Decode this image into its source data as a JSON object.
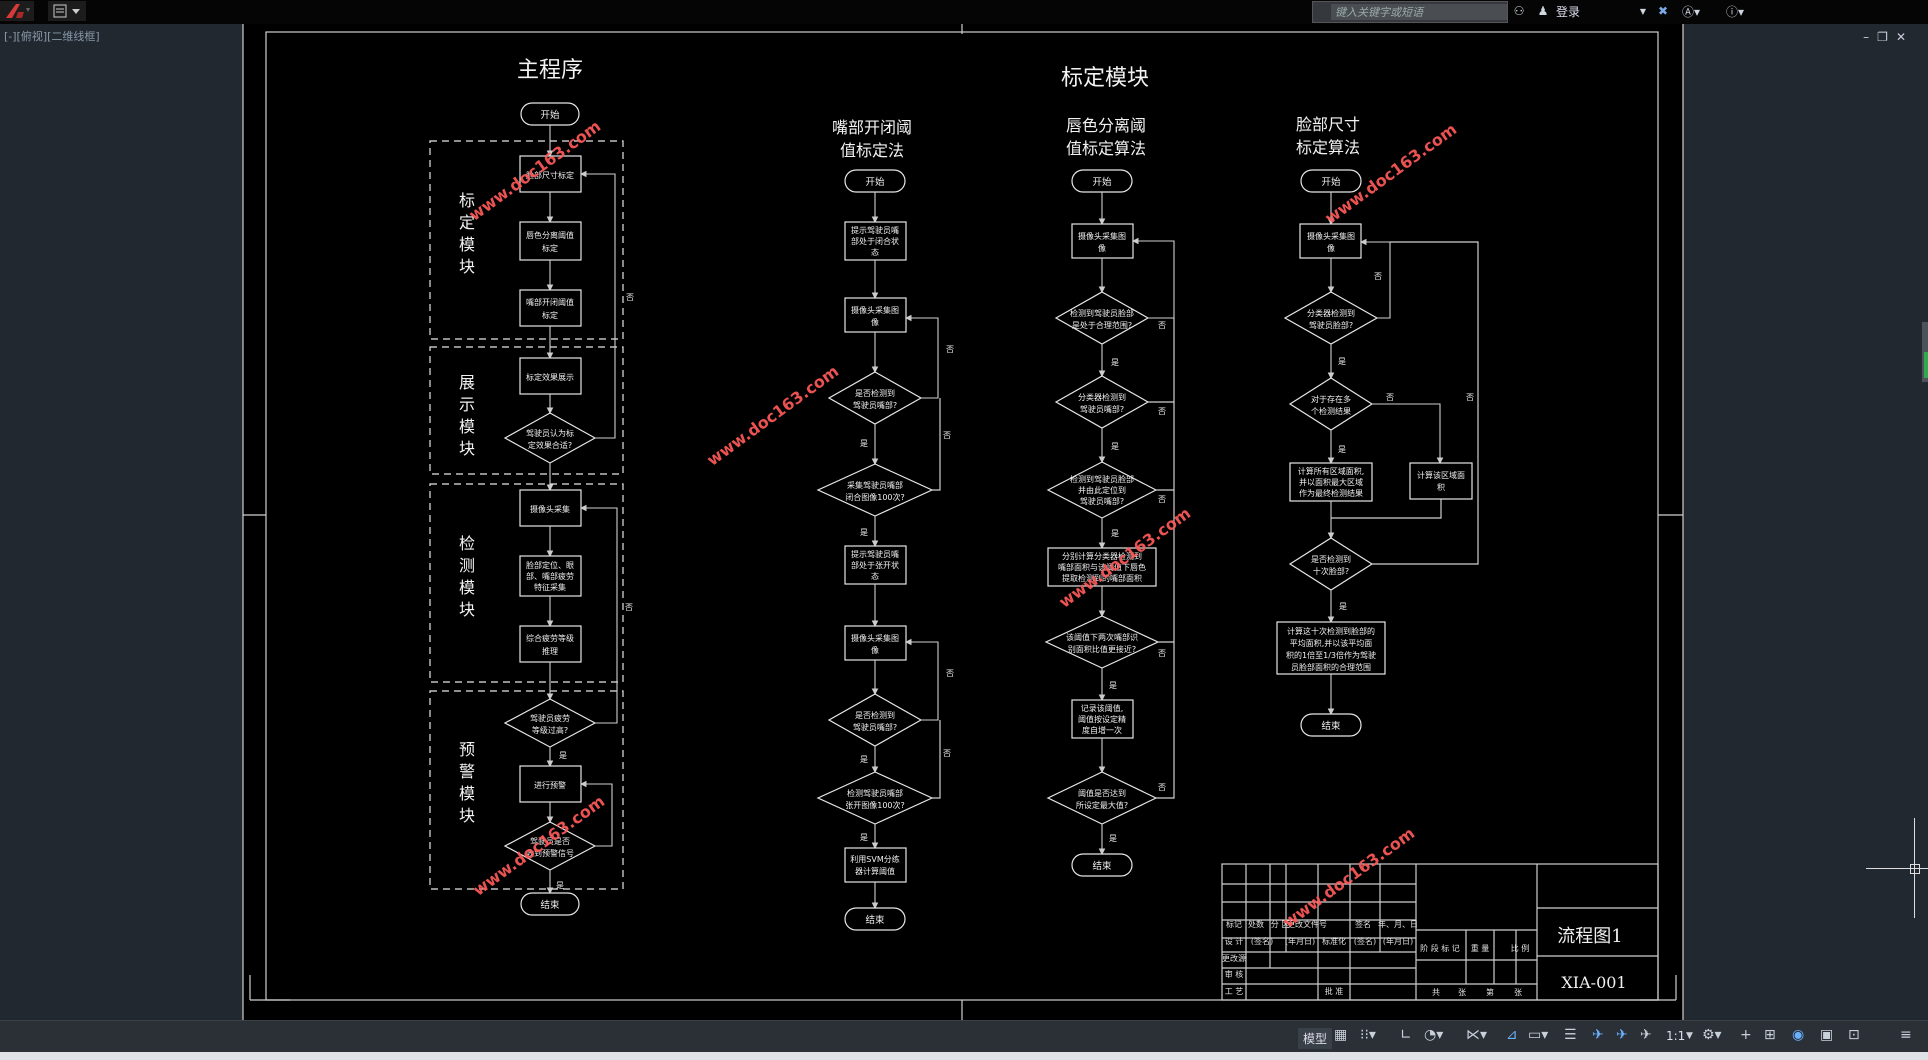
{
  "topbar": {
    "search_placeholder": "键入关键字或短语",
    "login": "登录"
  },
  "viewport_label": "[-][俯视][二维线框]",
  "statusbar": {
    "model": "模型",
    "scale": "1:1"
  },
  "drawing": {
    "main_title": "主程序",
    "calib_title": "标定模块",
    "mouth_title": [
      "嘴部开闭阈",
      "值标定法"
    ],
    "lip_title": [
      "唇色分离阈",
      "值标定算法"
    ],
    "face_title": [
      "脸部尺寸",
      "标定算法"
    ],
    "watermark": "www.doc163.com",
    "labels": {
      "start": "开始",
      "end": "结束",
      "yes": "是",
      "no": "否"
    },
    "modules": [
      "标定模块",
      "展示模块",
      "检测模块",
      "预警模块"
    ],
    "main_nodes": {
      "face_calib": "脸部尺寸标定",
      "lip_calib": [
        "唇色分离阈值",
        "标定"
      ],
      "mouth_calib": [
        "嘴部开闭阈值",
        "标定"
      ],
      "show": "标定效果展示",
      "satisfied": [
        "驾驶员认为标",
        "定效果合适?"
      ],
      "capture": "摄像头采集",
      "features": [
        "脸部定位、眼",
        "部、嘴部疲劳",
        "特征采集"
      ],
      "fatigue": [
        "综合疲劳等级",
        "推理"
      ],
      "too_high": [
        "驾驶员疲劳",
        "等级过高?"
      ],
      "warn": "进行预警",
      "received": [
        "驾驶员是否",
        "收到预警信号"
      ]
    },
    "mouth_nodes": {
      "prompt_closed": [
        "提示驾驶员嘴",
        "部处于闭合状",
        "态"
      ],
      "capture": [
        "摄像头采集图",
        "像"
      ],
      "detected": [
        "是否检测到",
        "驾驶员嘴部?"
      ],
      "collect_closed": [
        "采集驾驶员嘴部",
        "闭合图像100次?"
      ],
      "prompt_open": [
        "提示驾驶员嘴",
        "部处于张开状",
        "态"
      ],
      "capture2": [
        "摄像头采集图",
        "像"
      ],
      "detected2": [
        "是否检测到",
        "驾驶员嘴部?"
      ],
      "collect_open": [
        "检测驾驶员嘴部",
        "张开图像100次?"
      ],
      "svm": [
        "利用SVM分练",
        "器计算阈值"
      ]
    },
    "lip_nodes": {
      "capture": [
        "摄像头采集图",
        "像"
      ],
      "face_in_range": [
        "检测到驾驶员脸部",
        "是处于合理范围?"
      ],
      "classifier": [
        "分类器检测到",
        "驾驶员嘴部?"
      ],
      "locate": [
        "检测到驾驶员脸部",
        "并由此定位到",
        "驾驶员嘴部?"
      ],
      "compute": [
        "分别计算分类器检测到",
        "嘴部面积与该阈值下唇色",
        "提取检测到的嘴部面积"
      ],
      "ratio": [
        "该阈值下两次嘴部识",
        "别面积比值更接近?"
      ],
      "record": [
        "记录该阈值,",
        "阈值按设定精",
        "度自增一次"
      ],
      "max": [
        "阈值是否达到",
        "所设定最大值?"
      ]
    },
    "face_nodes": {
      "capture": [
        "摄像头采集图",
        "像"
      ],
      "classifier": [
        "分类器检测到",
        "驾驶员脸部?"
      ],
      "multiple": [
        "对于存在多",
        "个检测结果"
      ],
      "compute_all": [
        "计算所有区域面积,",
        "并以面积最大区域",
        "作为最终检测结果"
      ],
      "compute_one": [
        "计算该区域面",
        "积"
      ],
      "ten_times": [
        "是否检测到",
        "十次脸部?"
      ],
      "average": [
        "计算这十次检测到脸部的",
        "平均面积,并以该平均面",
        "积的1倍至1/3倍作为驾驶",
        "员脸部面积的合理范围"
      ]
    },
    "title_block": {
      "name": "流程图1",
      "code": "XIA-001",
      "headers": [
        "标记",
        "处数",
        "分 区",
        "更改文件号",
        "签名",
        "年、月、日"
      ],
      "row2": [
        "设 计",
        "(签名)",
        "(年月日)",
        "标准化",
        "(签名)",
        "(年月日)"
      ],
      "row3": "更改源",
      "row4": "审 核",
      "row5": [
        "工 艺",
        "批 准"
      ],
      "stage": [
        "阶 段 标 记",
        "重 量",
        "比 例"
      ],
      "sheets": [
        "共",
        "张",
        "第",
        "张"
      ]
    }
  }
}
